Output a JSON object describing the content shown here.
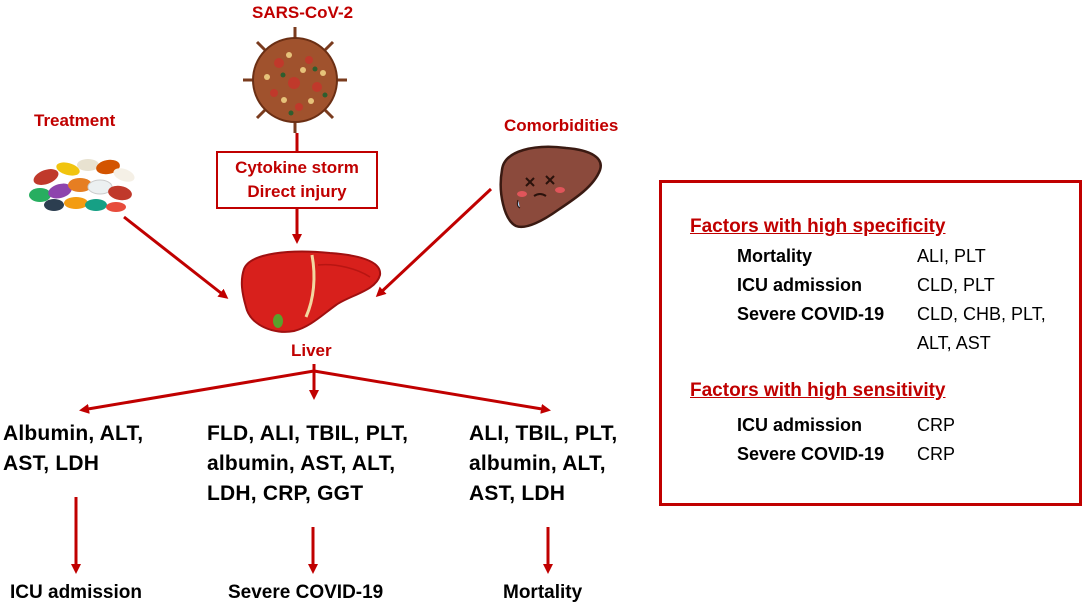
{
  "top": {
    "virus_label": "SARS-CoV-2"
  },
  "left": {
    "treatment_label": "Treatment"
  },
  "right": {
    "comorbidities_label": "Comorbidities"
  },
  "mechanism": {
    "line1": "Cytokine storm",
    "line2": "Direct injury"
  },
  "center": {
    "liver_label": "Liver"
  },
  "groups": [
    {
      "lines": [
        "Albumin, ALT,",
        "AST, LDH"
      ],
      "outcome": "ICU admission"
    },
    {
      "lines": [
        "FLD, ALI, TBIL, PLT,",
        "albumin, AST, ALT,",
        "LDH, CRP, GGT"
      ],
      "outcome": "Severe COVID-19"
    },
    {
      "lines": [
        "ALI, TBIL, PLT,",
        "albumin, ALT,",
        "AST, LDH"
      ],
      "outcome": "Mortality"
    }
  ],
  "factors": {
    "specificity": {
      "heading": "Factors with high specificity",
      "rows": [
        {
          "label": "Mortality",
          "value": "ALI, PLT"
        },
        {
          "label": "ICU admission",
          "value": "CLD, PLT"
        },
        {
          "label": "Severe COVID-19",
          "value": "CLD, CHB, PLT,",
          "value2": "ALT, AST"
        }
      ]
    },
    "sensitivity": {
      "heading": "Factors with high sensitivity",
      "rows": [
        {
          "label": "ICU admission",
          "value": "CRP"
        },
        {
          "label": "Severe COVID-19",
          "value": "CRP"
        }
      ]
    }
  },
  "colors": {
    "accent": "#c00000",
    "liver": "#d8201c",
    "sick_liver": "#8b4a3c",
    "virus": "#a0522d"
  }
}
